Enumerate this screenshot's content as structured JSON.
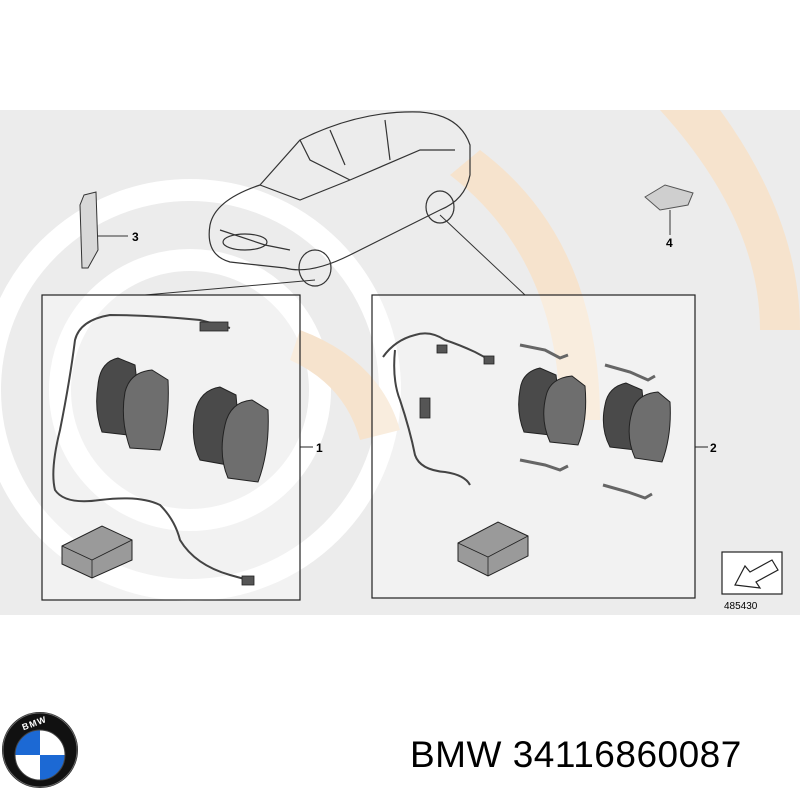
{
  "diagram": {
    "callouts": [
      {
        "id": "1",
        "label": "1"
      },
      {
        "id": "2",
        "label": "2"
      },
      {
        "id": "3",
        "label": "3"
      },
      {
        "id": "4",
        "label": "4"
      }
    ],
    "reference_number": "485430",
    "colors": {
      "watermark_gray": "#e9e9e9",
      "watermark_orange": "#f6e3cd",
      "line": "#333333",
      "pad_dark": "#4a4a4a",
      "pad_light": "#7a7a7a"
    }
  },
  "footer": {
    "brand": "BMW",
    "part_number": "34116860087",
    "logo_text": "BMW",
    "logo_colors": {
      "blue": "#1c69d4",
      "white": "#ffffff",
      "ring": "#111111"
    }
  }
}
